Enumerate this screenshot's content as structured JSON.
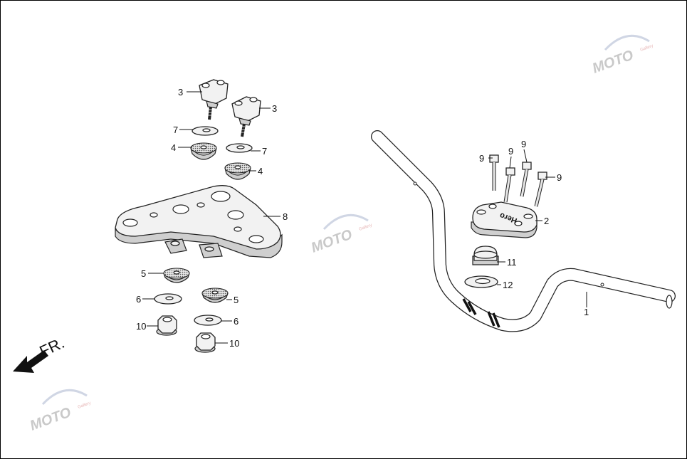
{
  "diagram": {
    "direction_label": "FR.",
    "watermark": {
      "brand": "MOTO",
      "sub": "Gallery"
    },
    "brand_mark": "Hero",
    "callouts": {
      "c3a": "3",
      "c3b": "3",
      "c7a": "7",
      "c7b": "7",
      "c4a": "4",
      "c4b": "4",
      "c8": "8",
      "c5a": "5",
      "c5b": "5",
      "c6a": "6",
      "c6b": "6",
      "c10a": "10",
      "c10b": "10",
      "c9a": "9",
      "c9b": "9",
      "c9c": "9",
      "c9d": "9",
      "c2": "2",
      "c11": "11",
      "c12": "12",
      "c1": "1"
    }
  },
  "colors": {
    "line": "#222222",
    "fill_light": "#f2f2f2",
    "fill_dark": "#cfcfcf",
    "frame": "#000000",
    "watermark_gray": "#c0c0c0",
    "watermark_accent": "#e2a8a8"
  }
}
